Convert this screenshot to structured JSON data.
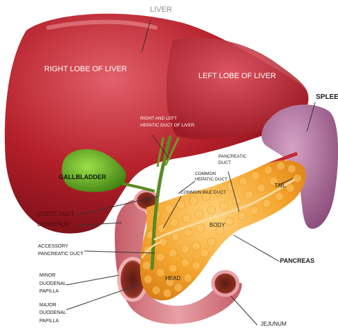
{
  "diagram": {
    "labels": {
      "liver": "LIVER",
      "right_lobe": "RIGHT LOBE OF LIVER",
      "left_lobe": "LEFT LOBE OF LIVER",
      "spleen": "SPLEEN",
      "hepatic_duct_line1": "RIGHT AND LEFT",
      "hepatic_duct_line2": "HEPATIC DUCT OF LIVER",
      "common_hepatic_line1": "COMMON",
      "common_hepatic_line2": "HEPATIC DUCT",
      "pancreatic_duct_line1": "PANCREATIC",
      "pancreatic_duct_line2": "DUCT",
      "gallbladder": "GALLBLADDER",
      "common_bile_duct": "COMMON BILE DUCT",
      "tail": "TAIL",
      "cystic_duct": "CYSTIC DUCT",
      "duodenum": "DUODENUM",
      "body": "BODY",
      "accessory_line1": "ACCESSORY",
      "accessory_line2": "PANCREATIC DUCT",
      "pancreas": "PANCREAS",
      "minor_line1": "MINOR",
      "minor_line2": "DUODENAL",
      "minor_line3": "PAPILLA",
      "head": "HEAD",
      "major_line1": "MAJOR",
      "major_line2": "DUODENAL",
      "major_line3": "PAPILLA",
      "jejunum": "JEJUNUM"
    },
    "colors": {
      "liver": "#b5202a",
      "liver_highlight": "#e2606a",
      "gallbladder": "#5aa61c",
      "pancreas": "#f4a42c",
      "duodenum": "#d97a82",
      "spleen": "#a0628e",
      "duct": "#6d9a2a"
    }
  }
}
